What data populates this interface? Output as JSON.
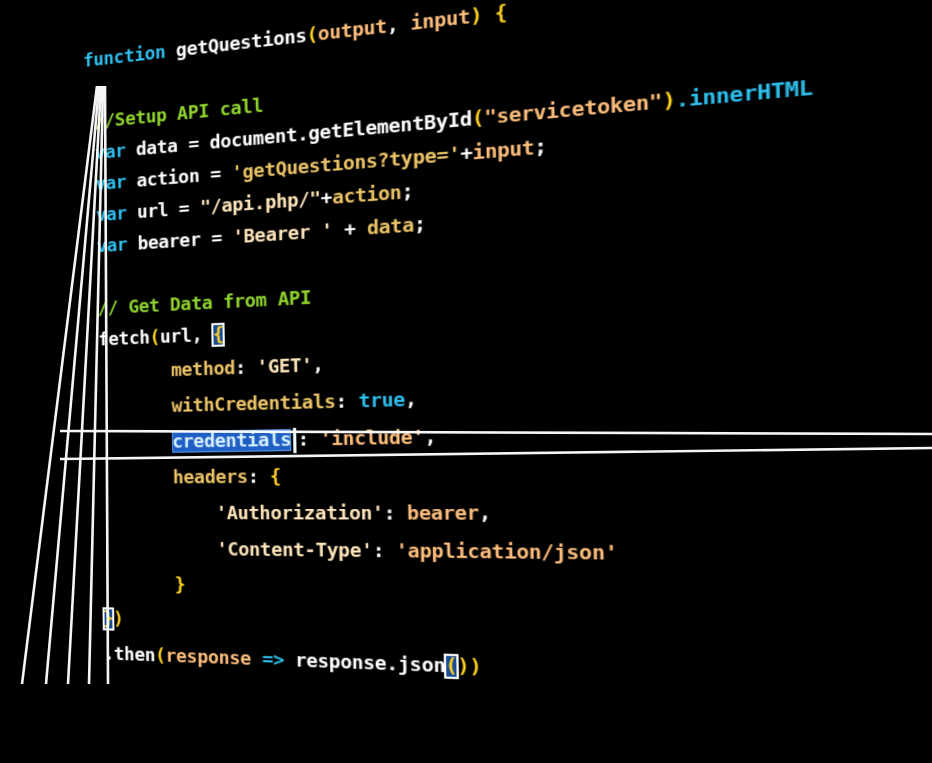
{
  "app": {
    "background": "#000000",
    "description_visible": "syntax highlighted javascript code"
  },
  "palette": {
    "cyan": "#2ec0ee",
    "green": "#90d42c",
    "white": "#ffffff",
    "yellow": "#ffd21f",
    "gold": "#edc568",
    "orange": "#ffbf7d",
    "cream": "#ffe6bc",
    "selText": "#d8f1ff",
    "selBg": "#1f5fc4",
    "braceBoxBg": "#164a92",
    "guideLine": "#ffffff"
  },
  "code": {
    "lines": [
      {
        "tokens": [
          {
            "t": "function ",
            "c": "cyan"
          },
          {
            "t": "getQuestions",
            "c": "white"
          },
          {
            "t": "(",
            "c": "yellow"
          },
          {
            "t": "output",
            "c": "orange"
          },
          {
            "t": ", ",
            "c": "white"
          },
          {
            "t": "input",
            "c": "orange"
          },
          {
            "t": ") {",
            "c": "yellow"
          }
        ]
      },
      {
        "tokens": []
      },
      {
        "tokens": [
          {
            "t": " ",
            "c": "white"
          },
          {
            "t": "//Setup API call",
            "c": "green"
          }
        ]
      },
      {
        "tokens": [
          {
            "t": " ",
            "c": "white"
          },
          {
            "t": "var",
            "c": "cyan"
          },
          {
            "t": " data = document.getElementById",
            "c": "white"
          },
          {
            "t": "(",
            "c": "yellow"
          },
          {
            "t": "\"servicetoken\"",
            "c": "orange"
          },
          {
            "t": ")",
            "c": "yellow"
          },
          {
            "t": ".innerHTML",
            "c": "cyan"
          }
        ]
      },
      {
        "tokens": [
          {
            "t": " ",
            "c": "white"
          },
          {
            "t": "var",
            "c": "cyan"
          },
          {
            "t": " action = ",
            "c": "white"
          },
          {
            "t": "'getQuestions?type='",
            "c": "gold"
          },
          {
            "t": "+",
            "c": "white"
          },
          {
            "t": "input",
            "c": "orange"
          },
          {
            "t": ";",
            "c": "white"
          }
        ]
      },
      {
        "tokens": [
          {
            "t": " ",
            "c": "white"
          },
          {
            "t": "var",
            "c": "cyan"
          },
          {
            "t": " url = ",
            "c": "white"
          },
          {
            "t": "\"/api.php/\"",
            "c": "cream"
          },
          {
            "t": "+",
            "c": "white"
          },
          {
            "t": "action",
            "c": "gold"
          },
          {
            "t": ";",
            "c": "white"
          }
        ]
      },
      {
        "tokens": [
          {
            "t": " ",
            "c": "white"
          },
          {
            "t": "var",
            "c": "cyan"
          },
          {
            "t": " bearer = ",
            "c": "white"
          },
          {
            "t": "'Bearer '",
            "c": "cream"
          },
          {
            "t": " + ",
            "c": "white"
          },
          {
            "t": "data",
            "c": "gold"
          },
          {
            "t": ";",
            "c": "white"
          }
        ]
      },
      {
        "tokens": []
      },
      {
        "tokens": [
          {
            "t": " ",
            "c": "white"
          },
          {
            "t": "// Get Data from API",
            "c": "green"
          }
        ]
      },
      {
        "tokens": [
          {
            "t": " ",
            "c": "white"
          },
          {
            "t": "fetch",
            "c": "white"
          },
          {
            "t": "(",
            "c": "yellow"
          },
          {
            "t": "url",
            "c": "white"
          },
          {
            "t": ", ",
            "c": "white"
          },
          {
            "t": "{",
            "c": "yellow",
            "box": true
          }
        ]
      },
      {
        "tokens": [
          {
            "t": "        ",
            "c": "white"
          },
          {
            "t": "method",
            "c": "gold"
          },
          {
            "t": ": ",
            "c": "white"
          },
          {
            "t": "'GET'",
            "c": "cream"
          },
          {
            "t": ",",
            "c": "white"
          }
        ]
      },
      {
        "tokens": [
          {
            "t": "        ",
            "c": "white"
          },
          {
            "t": "withCredentials",
            "c": "gold"
          },
          {
            "t": ": ",
            "c": "white"
          },
          {
            "t": "true",
            "c": "cyan"
          },
          {
            "t": ",",
            "c": "white"
          }
        ]
      },
      {
        "tokens": [
          {
            "t": "        ",
            "c": "white"
          },
          {
            "t": "credentials",
            "c": "selText",
            "sel": true
          },
          {
            "cursor": true
          },
          {
            "t": ": ",
            "c": "white"
          },
          {
            "t": "'include'",
            "c": "orange"
          },
          {
            "t": ",",
            "c": "white"
          }
        ]
      },
      {
        "tokens": [
          {
            "t": "        ",
            "c": "white"
          },
          {
            "t": "headers",
            "c": "gold"
          },
          {
            "t": ": ",
            "c": "white"
          },
          {
            "t": "{",
            "c": "yellow"
          }
        ]
      },
      {
        "tokens": [
          {
            "t": "            ",
            "c": "white"
          },
          {
            "t": "'Authorization'",
            "c": "cream"
          },
          {
            "t": ": ",
            "c": "white"
          },
          {
            "t": "bearer",
            "c": "orange"
          },
          {
            "t": ",",
            "c": "white"
          }
        ]
      },
      {
        "tokens": [
          {
            "t": "            ",
            "c": "white"
          },
          {
            "t": "'Content-Type'",
            "c": "cream"
          },
          {
            "t": ": ",
            "c": "white"
          },
          {
            "t": "'application/json'",
            "c": "orange"
          }
        ]
      },
      {
        "tokens": [
          {
            "t": "        ",
            "c": "white"
          },
          {
            "t": "}",
            "c": "yellow"
          }
        ]
      },
      {
        "tokens": [
          {
            "t": " ",
            "c": "white"
          },
          {
            "t": "}",
            "c": "yellow",
            "box": true
          },
          {
            "t": ")",
            "c": "yellow"
          }
        ]
      },
      {
        "tokens": [
          {
            "t": " ",
            "c": "white"
          },
          {
            "t": ".then",
            "c": "white"
          },
          {
            "t": "(",
            "c": "yellow"
          },
          {
            "t": "response",
            "c": "orange"
          },
          {
            "t": " ",
            "c": "white"
          },
          {
            "t": "=>",
            "c": "cyan"
          },
          {
            "t": " ",
            "c": "white"
          },
          {
            "t": "response.json",
            "c": "white"
          },
          {
            "t": "(",
            "c": "yellow",
            "box": true
          },
          {
            "t": ")",
            "c": "yellow"
          },
          {
            "t": ")",
            "c": "yellow"
          }
        ]
      }
    ]
  }
}
